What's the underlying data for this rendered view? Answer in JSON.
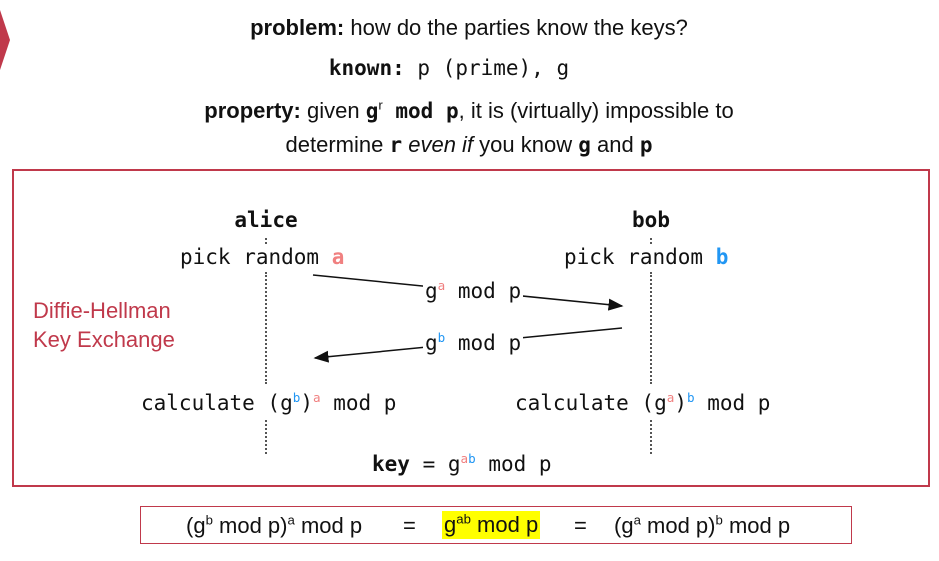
{
  "header": {
    "problem_label": "problem:",
    "problem_text": " how do the parties know the keys?",
    "known_label": "known:",
    "known_text": " p (prime), g",
    "property_label": "property:",
    "property_text1": " given ",
    "property_g": "g",
    "property_r": "r",
    "property_modp": " mod p",
    "property_text2": ", it is (virtually) impossible to",
    "line2_a": "determine ",
    "line2_r": "r",
    "line2_even": " even if",
    "line2_b": " you know ",
    "line2_g": "g",
    "line2_and": " and ",
    "line2_p": "p"
  },
  "diagram": {
    "title_line1": "Diffie-Hellman",
    "title_line2": "Key Exchange",
    "alice": "alice",
    "bob": "bob",
    "alice_pick": "pick random ",
    "alice_var": "a",
    "bob_pick": "pick random ",
    "bob_var": "b",
    "msg1_g": "g",
    "msg1_exp": "a",
    "msg1_rest": " mod p",
    "msg2_g": "g",
    "msg2_exp": "b",
    "msg2_rest": " mod p",
    "alice_calc": "calculate (g",
    "alice_calc_inner": "b",
    "alice_calc_mid": ")",
    "alice_calc_outer": "a",
    "alice_calc_rest": " mod p",
    "bob_calc": "calculate (g",
    "bob_calc_inner": "a",
    "bob_calc_mid": ")",
    "bob_calc_outer": "b",
    "bob_calc_rest": " mod p",
    "key_label": "key",
    "key_eq": " = g",
    "key_a": "a",
    "key_b": "b",
    "key_rest": " mod p"
  },
  "equation": {
    "left": "(g",
    "left_b": "b",
    "left_mid": " mod p)",
    "left_a": "a",
    "left_rest": " mod p",
    "eq1": "=",
    "mid": "g",
    "mid_exp": "ab",
    "mid_rest": " mod p",
    "eq2": "=",
    "right": "(g",
    "right_a": "a",
    "right_mid": " mod p)",
    "right_b": "b",
    "right_rest": " mod p"
  },
  "colors": {
    "accent": "#c0394b",
    "a": "#f08080",
    "b": "#2196f3",
    "highlight": "#ffff00"
  }
}
